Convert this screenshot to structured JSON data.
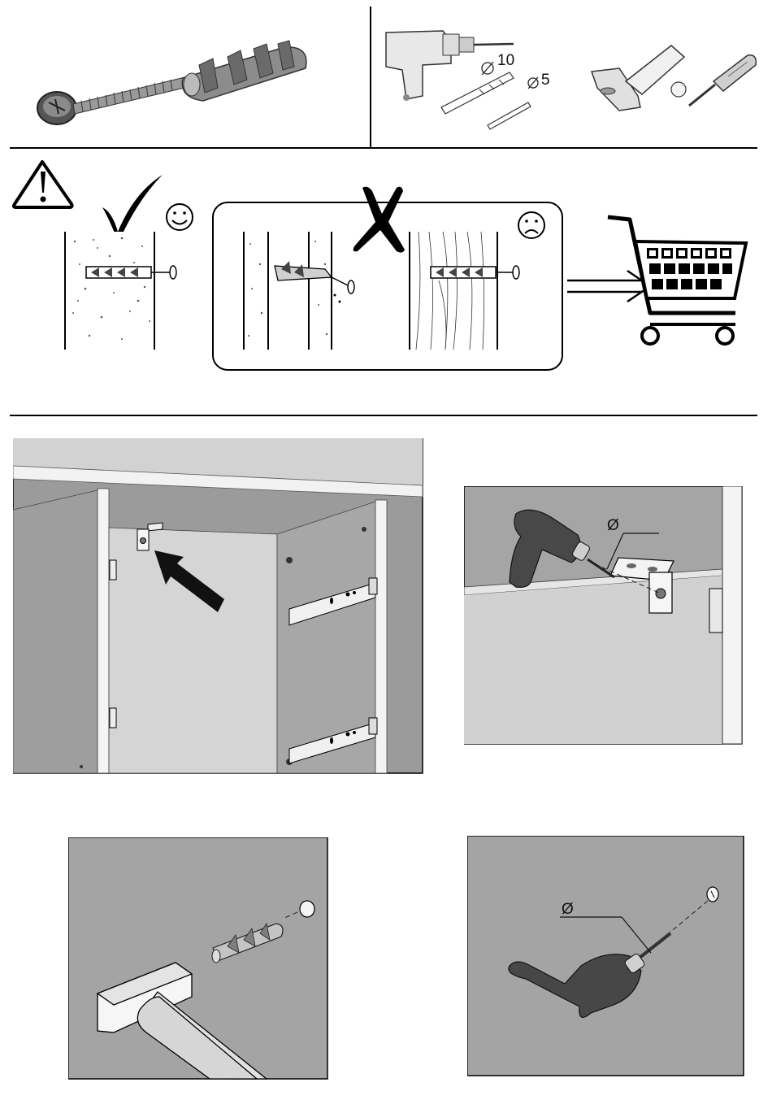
{
  "tools": {
    "drill_bit_large_label": "10",
    "drill_bit_small_label": "5",
    "diameter_symbol": "Ø"
  },
  "steps": {
    "step2_diameter_label": "Ø",
    "step4_diameter_label": "Ø"
  },
  "colors": {
    "panel_gray": "#a6a6a6",
    "light_gray": "#d4d4d4",
    "dark_tool": "#4a4a4a",
    "line": "#000000"
  },
  "icons": {
    "warning": "warning-triangle-icon",
    "ok": "check-mark-icon",
    "wrong": "x-mark-icon",
    "happy": "smiley-happy-icon",
    "sad": "smiley-sad-icon",
    "cart": "shopping-cart-icon"
  }
}
